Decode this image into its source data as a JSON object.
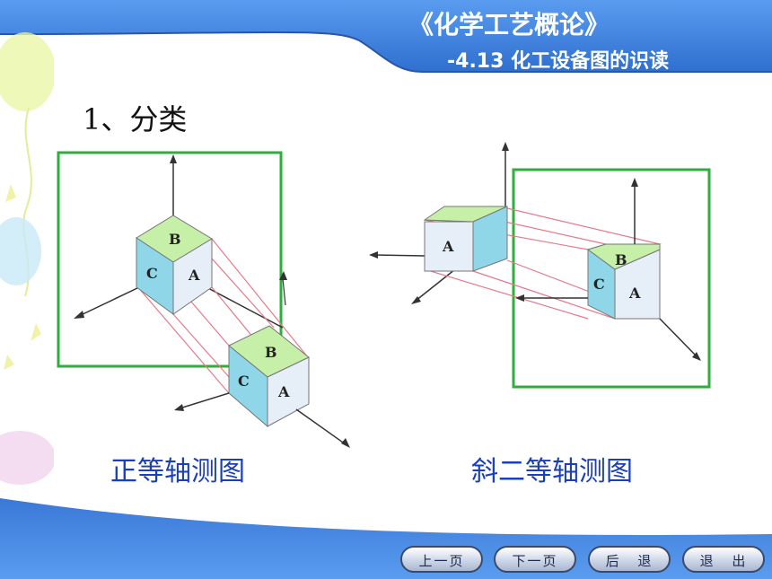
{
  "header": {
    "title": "《化学工艺概论》",
    "subtitle": "-4.13 化工设备图的识读"
  },
  "section": {
    "heading": "1、分类"
  },
  "figures": {
    "left": {
      "caption": "正等轴测图",
      "faces": {
        "top": "B",
        "left": "C",
        "right": "A"
      }
    },
    "right": {
      "caption": "斜二等轴测图",
      "faces": {
        "front": "A",
        "top": "B",
        "left": "C"
      }
    }
  },
  "nav": {
    "prev": "上一页",
    "next": "下一页",
    "back": "后 退",
    "exit": "退 出"
  },
  "colors": {
    "band": "#3f7fd8",
    "frame": "#2eae3a",
    "projection": "#e77a8a",
    "face_top": "#c6efa8",
    "face_side": "#8fd6e8",
    "face_front": "#e6eef7",
    "caption": "#1a3fb8"
  }
}
